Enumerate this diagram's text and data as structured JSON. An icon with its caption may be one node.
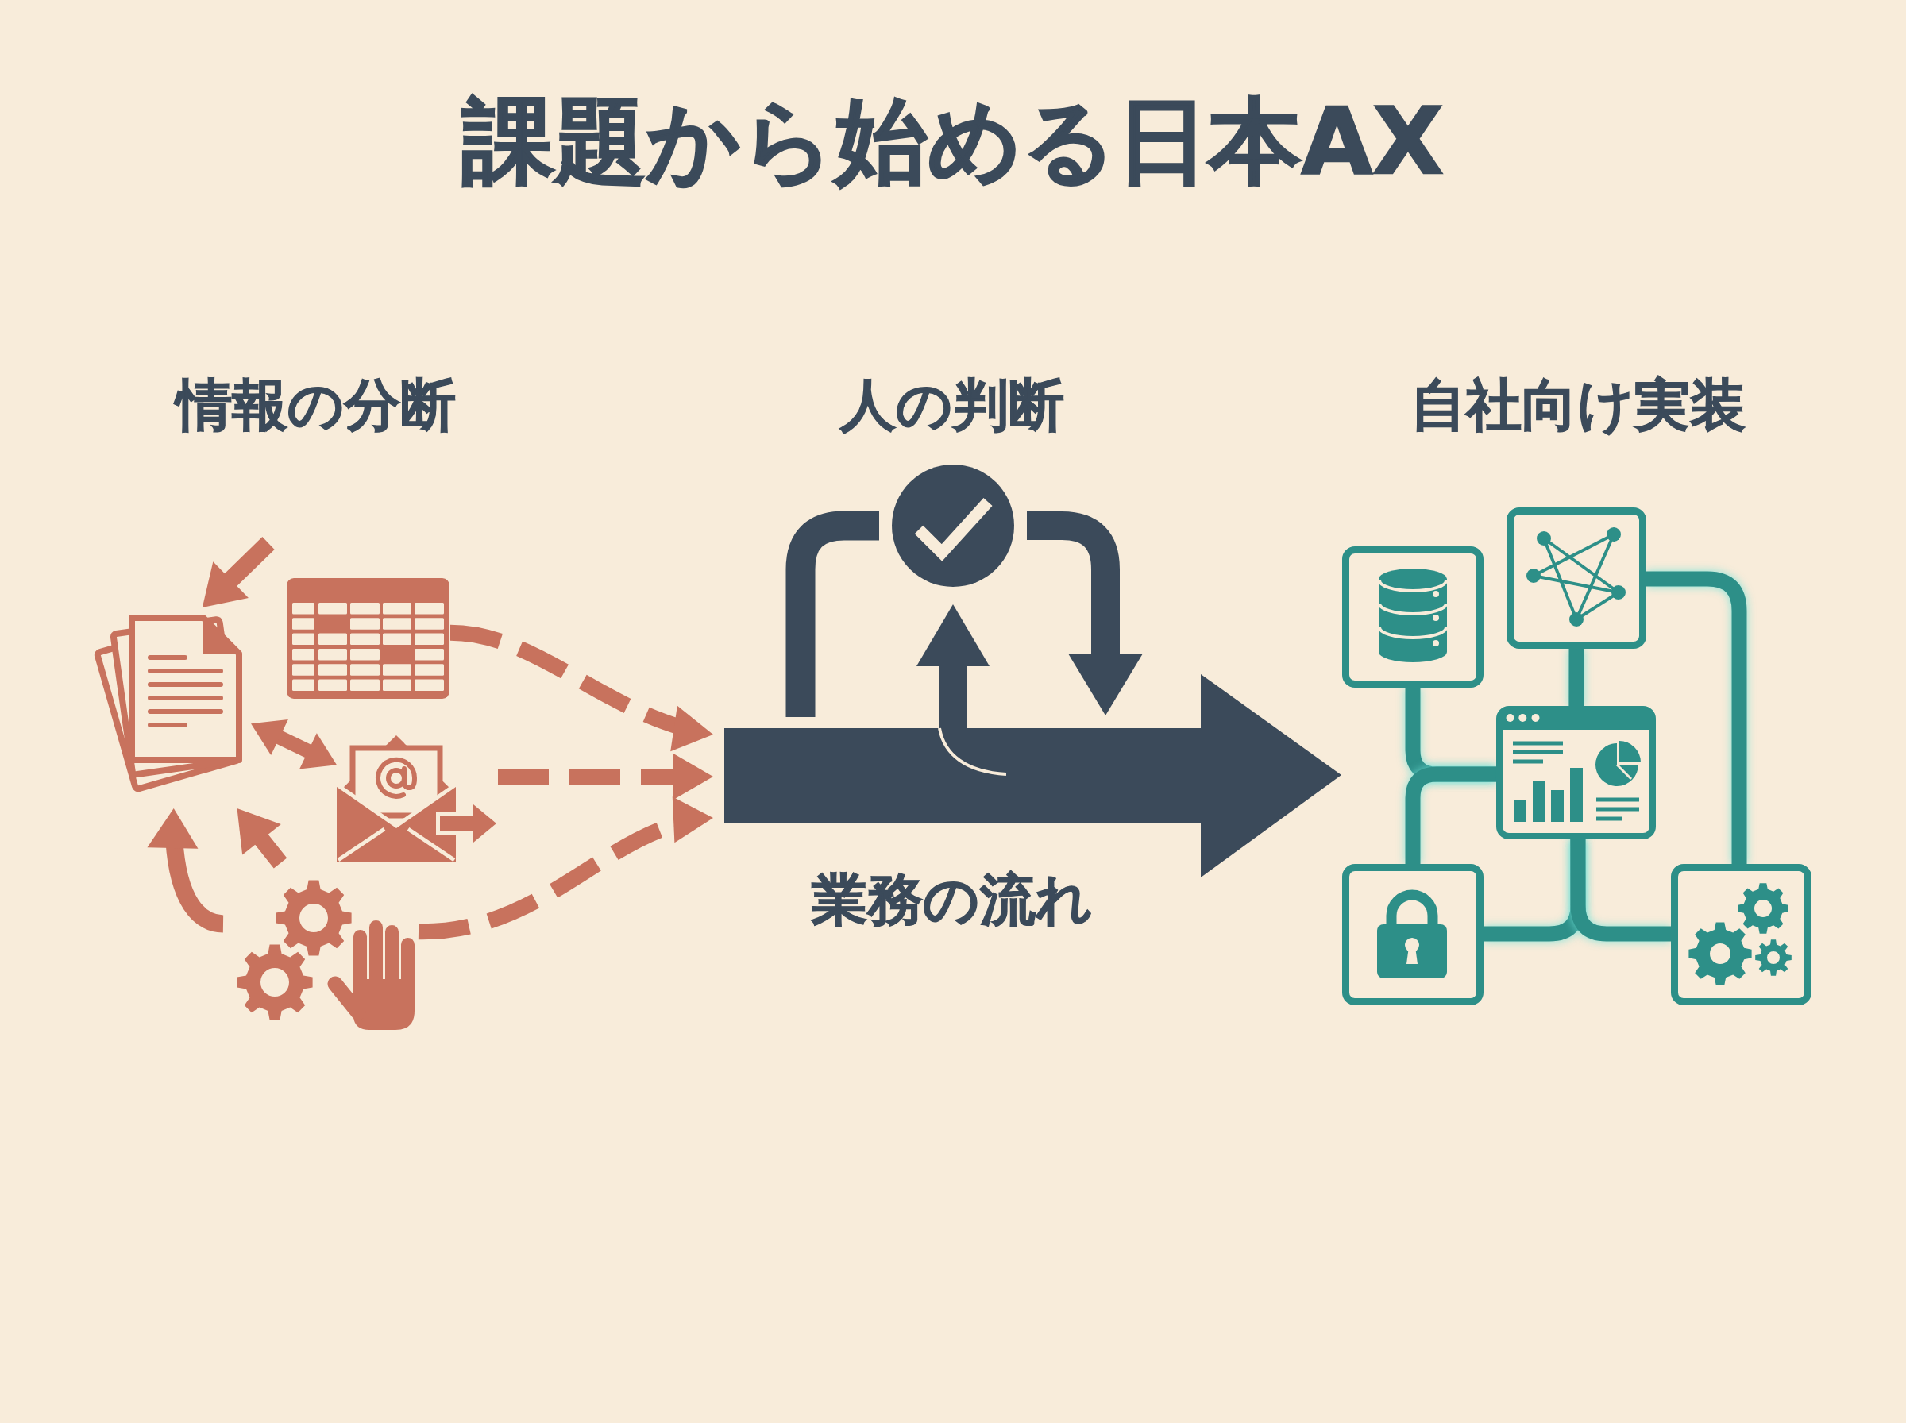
{
  "diagram": {
    "title": "課題から始める日本AX",
    "nodes": [
      {
        "text": [],
        "shape": "picture"
      },
      {
        "text": [],
        "shape": "picture"
      },
      {
        "text": [],
        "shape": "picture"
      },
      {
        "text": [],
        "shape": "picture"
      },
      {
        "text": [],
        "shape": "circle"
      },
      {
        "text": [],
        "shape": "arrow",
        "beside": [
          "業務の流れ"
        ]
      },
      {
        "text": [],
        "shape": "box"
      },
      {
        "text": [],
        "shape": "box"
      },
      {
        "text": [],
        "shape": "box"
      },
      {
        "text": [],
        "shape": "box"
      },
      {
        "text": [],
        "shape": "box"
      }
    ],
    "edges": [
      {
        "from": null,
        "to": 0,
        "arrow": "to"
      },
      {
        "from": 0,
        "to": 2,
        "arrow": "both"
      },
      {
        "from": 3,
        "to": 0,
        "arrow": "to"
      },
      {
        "from": 3,
        "to": 0,
        "arrow": "to"
      },
      {
        "from": 1,
        "to": 5,
        "arrow": "to",
        "style": "dashed"
      },
      {
        "from": 2,
        "to": 5,
        "arrow": "to",
        "style": "dashed"
      },
      {
        "from": 3,
        "to": 5,
        "arrow": "to",
        "style": "dashed"
      },
      {
        "from": 5,
        "to": 4,
        "arrow": "none",
        "color": "#3b4a5a"
      },
      {
        "from": 4,
        "to": 5,
        "arrow": "to",
        "color": "#3b4a5a"
      },
      {
        "from": 5,
        "to": 4,
        "arrow": "to",
        "color": "#3b4a5a"
      },
      {
        "from": 6,
        "to": 8,
        "arrow": "none",
        "color": "#2d8f88"
      },
      {
        "from": 9,
        "to": 8,
        "arrow": "none",
        "color": "#2d8f88"
      },
      {
        "from": 7,
        "to": 8,
        "arrow": "none",
        "color": "#2d8f88"
      },
      {
        "from": 7,
        "to": 10,
        "arrow": "none",
        "color": "#2d8f88"
      },
      {
        "from": 8,
        "to": 9,
        "arrow": "none",
        "color": "#2d8f88"
      },
      {
        "from": 8,
        "to": 10,
        "arrow": "none",
        "color": "#2d8f88"
      }
    ],
    "labels": [
      "情報の分断",
      "人の判断",
      "自社向け実装"
    ]
  }
}
